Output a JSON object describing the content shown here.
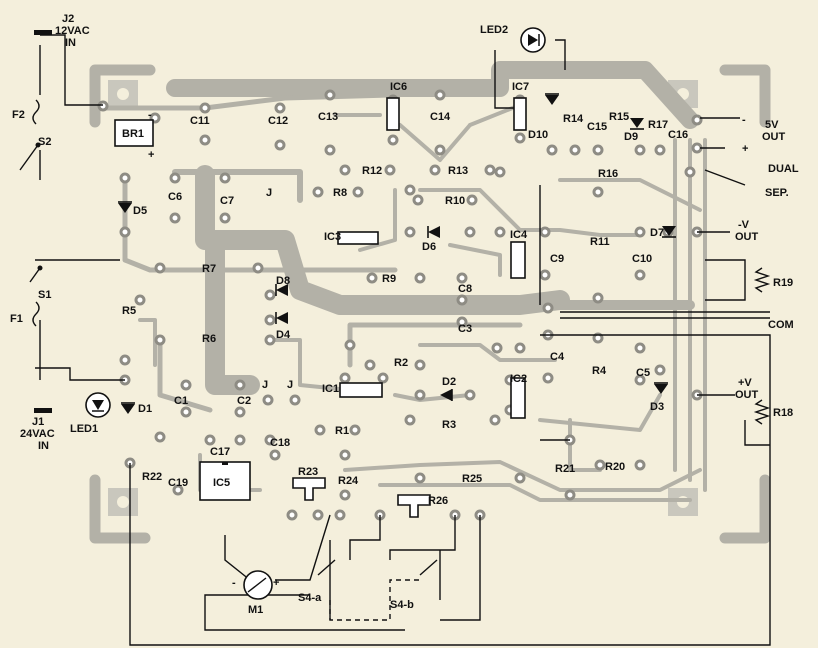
{
  "connectors": {
    "j2": {
      "name": "J2",
      "spec": "12VAC",
      "note": "IN"
    },
    "j1": {
      "name": "J1",
      "spec": "24VAC",
      "note": "IN"
    },
    "f2": "F2",
    "s2": "S2",
    "s1": "S1",
    "f1": "F1"
  },
  "leds": {
    "led2": "LED2",
    "led1": "LED1"
  },
  "outputs": {
    "out5v": [
      "5V",
      "OUT"
    ],
    "minus": "-",
    "plus": "+",
    "dual": "DUAL",
    "sep": "SEP.",
    "neg_v": [
      "-V",
      "OUT"
    ],
    "com": "COM",
    "pos_v": [
      "+V",
      "OUT"
    ]
  },
  "labels": {
    "br1": "BR1",
    "br1_minus": "-",
    "br1_plus": "+",
    "c11": "C11",
    "c12": "C12",
    "c13": "C13",
    "ic6": "IC6",
    "c14": "C14",
    "ic7": "IC7",
    "d10": "D10",
    "r14": "R14",
    "c15": "C15",
    "r15": "R15",
    "d9": "D9",
    "r17": "R17",
    "c16": "C16",
    "r12": "R12",
    "r13": "R13",
    "r16": "R16",
    "d5": "D5",
    "c6": "C6",
    "c7": "C7",
    "j_top": "J",
    "r8": "R8",
    "r10": "R10",
    "ic3": "IC3",
    "d6": "D6",
    "ic4": "IC4",
    "c9": "C9",
    "d7": "D7",
    "r11": "R11",
    "c10": "C10",
    "r19": "R19",
    "r7": "R7",
    "r9": "R9",
    "c8": "C8",
    "d8": "D8",
    "r5": "R5",
    "d4": "D4",
    "r6": "R6",
    "c3": "C3",
    "c4": "C4",
    "r2": "R2",
    "d2": "D2",
    "ic2": "IC2",
    "r4": "R4",
    "c5": "C5",
    "d3": "D3",
    "r18": "R18",
    "d1": "D1",
    "c1": "C1",
    "c2": "C2",
    "j_a": "J",
    "j_b": "J",
    "ic1": "IC1",
    "r3": "R3",
    "r1": "R1",
    "c17": "C17",
    "c18": "C18",
    "r22": "R22",
    "c19": "C19",
    "ic5": "IC5",
    "r23": "R23",
    "r24": "R24",
    "r25": "R25",
    "r26": "R26",
    "r21": "R21",
    "r20": "R20",
    "m1": "M1",
    "m1_minus": "-",
    "m1_plus": "+",
    "s4a": "S4-a",
    "s4b": "S4-b"
  }
}
